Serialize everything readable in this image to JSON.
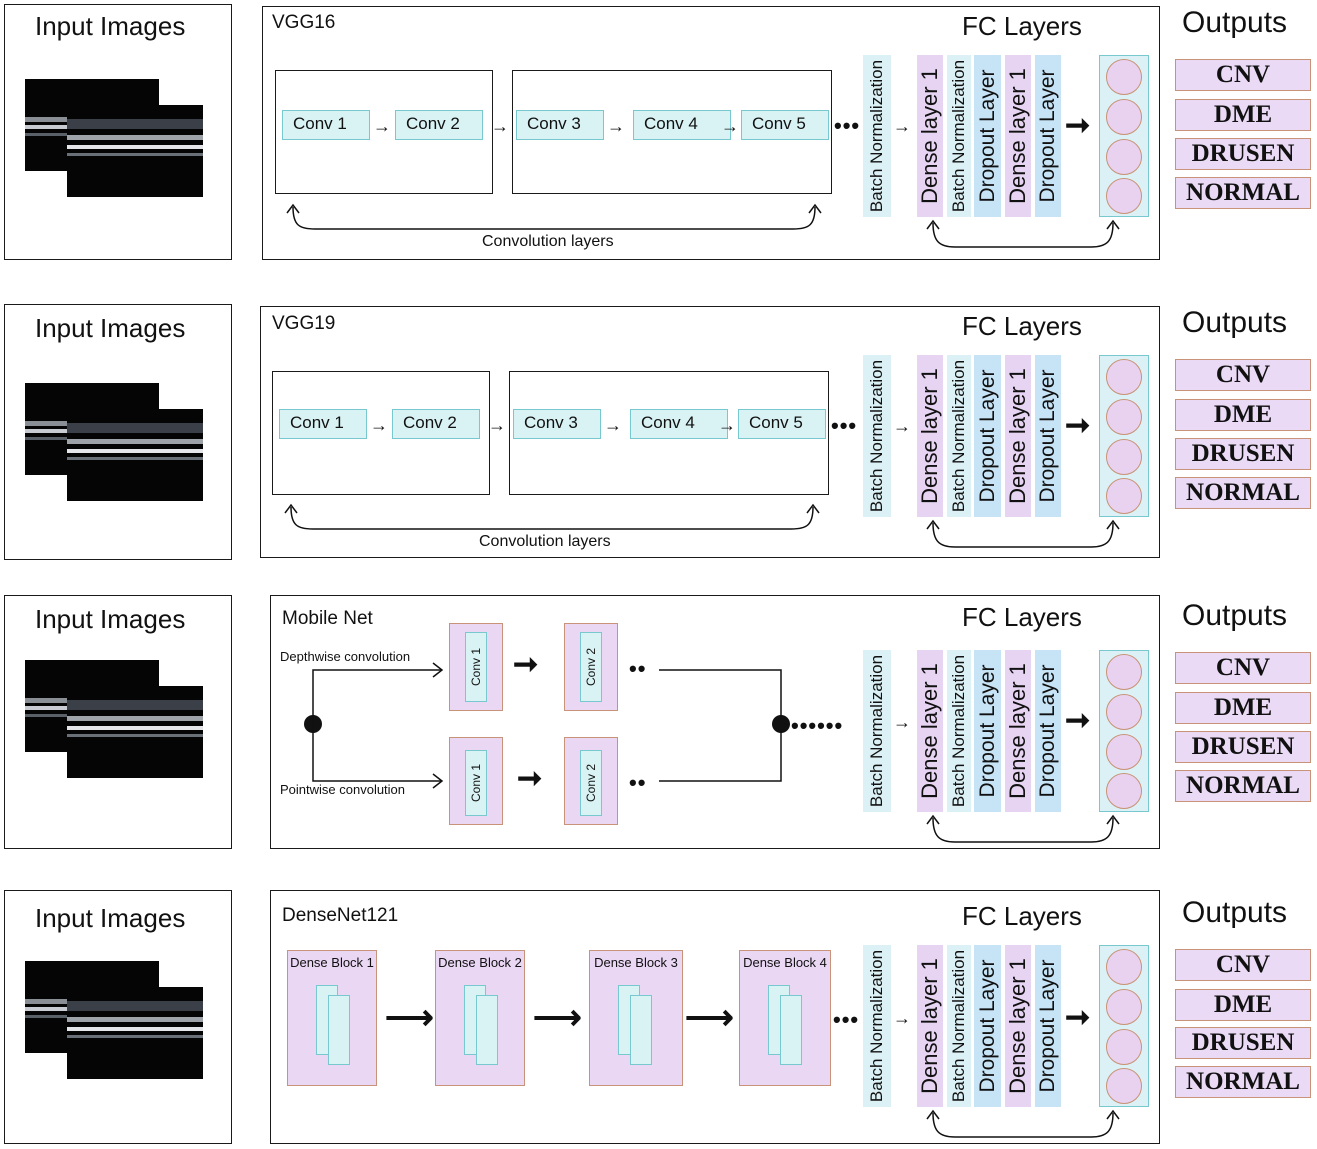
{
  "common": {
    "input_title": "Input Images",
    "fc_title": "FC Layers",
    "outputs_title": "Outputs",
    "fc_layers": [
      "Batch Normalization",
      "Dense layer 1",
      "Batch Normalization",
      "Dropout Layer",
      "Dense layer 1",
      "Dropout Layer"
    ],
    "outputs": [
      "CNV",
      "DME",
      "DRUSEN",
      "NORMAL"
    ]
  },
  "vgg16": {
    "title": "VGG16",
    "conv_blocks": [
      "Conv 1",
      "Conv 2",
      "Conv 3",
      "Conv 4",
      "Conv 5"
    ],
    "convolution_layers_label": "Convolution layers"
  },
  "vgg19": {
    "title": "VGG19",
    "conv_blocks": [
      "Conv 1",
      "Conv 2",
      "Conv 3",
      "Conv 4",
      "Conv 5"
    ],
    "convolution_layers_label": "Convolution layers"
  },
  "mobilenet": {
    "title": "Mobile Net",
    "depthwise_label": "Depthwise convolution",
    "pointwise_label": "Pointwise convolution",
    "blocks": [
      "Conv 1",
      "Conv 2"
    ]
  },
  "densenet": {
    "title": "DenseNet121",
    "blocks": [
      "Dense Block 1",
      "Dense Block 2",
      "Dense Block 3",
      "Dense Block 4"
    ]
  },
  "colors": {
    "conv_fill": "#d9f2f4",
    "conv_border": "#78c8cf",
    "dense_fill": "#e6d4f2",
    "dropout_fill": "#c7e3f6",
    "node_border": "#c89274",
    "output_fill": "#eadaf5"
  }
}
